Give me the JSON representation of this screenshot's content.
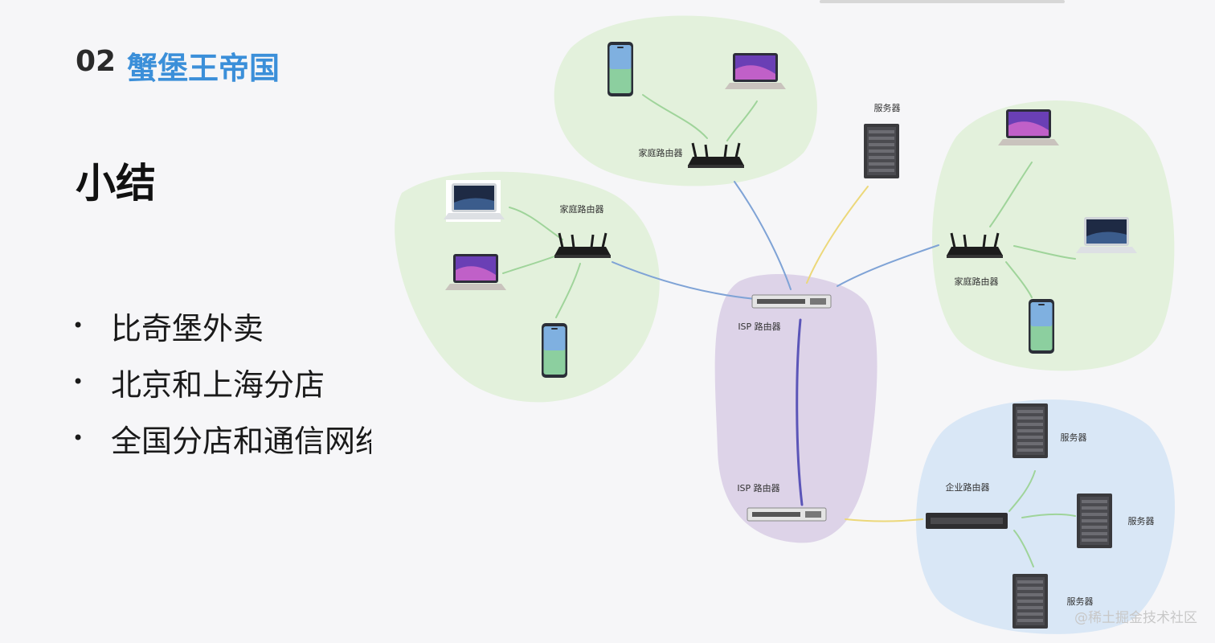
{
  "section": {
    "number": "02",
    "title": "蟹堡王帝国"
  },
  "heading": "小结",
  "bullets": [
    "比奇堡外卖",
    "北京和上海分店",
    "全国分店和通信网络"
  ],
  "diagram": {
    "labels": {
      "home_router": "家庭路由器",
      "isp_router": "ISP 路由器",
      "enterprise_router": "企业路由器",
      "server": "服务器"
    },
    "colors": {
      "home_zone": "#e3f1dc",
      "isp_zone": "#ddd3e8",
      "enterprise_zone": "#d9e7f6",
      "link_green": "#9fd49a",
      "link_blue": "#7fa3d6",
      "link_yellow": "#ecd87a",
      "link_purple": "#5b55b8"
    }
  },
  "watermark": "@稀土掘金技术社区"
}
